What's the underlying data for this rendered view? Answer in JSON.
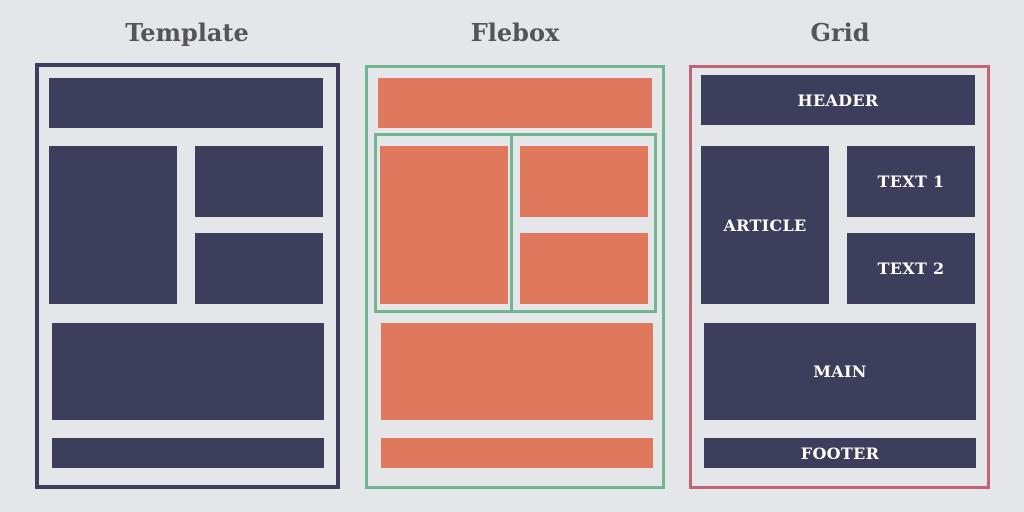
{
  "panels": {
    "template": {
      "title": "Template",
      "border_color": "#3c3e5b"
    },
    "flexbox": {
      "title": "Flebox",
      "border_color": "#72b593"
    },
    "grid": {
      "title": "Grid",
      "border_color": "#c06476"
    }
  },
  "colors": {
    "background": "#e5e6e9",
    "block_navy": "#3c3e5b",
    "block_coral": "#e0785e",
    "title_text": "#555555",
    "label_text": "#ffffff"
  },
  "grid_labels": {
    "header": "HEADER",
    "article": "ARTICLE",
    "text1": "TEXT 1",
    "text2": "TEXT 2",
    "main": "MAIN",
    "footer": "FOOTER"
  }
}
